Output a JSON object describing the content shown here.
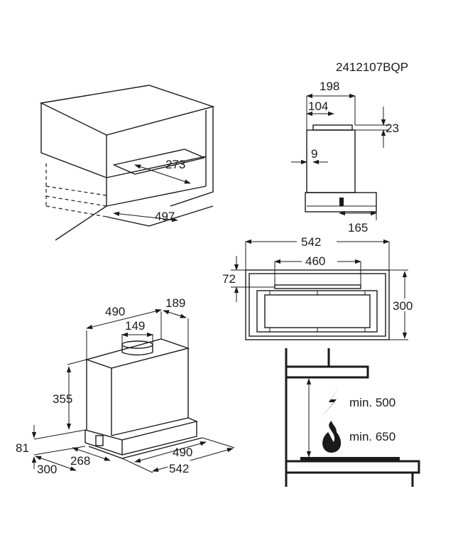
{
  "model_code": "2412107BQP",
  "cabinet_view": {
    "depth": "273",
    "width": "497"
  },
  "side_view": {
    "depth": "198",
    "duct_offset": "104",
    "top_height": "23",
    "wall_gap": "9",
    "base_depth": "165"
  },
  "front_view": {
    "width": "542",
    "inner_width": "460",
    "inner_offset": "72",
    "height": "300"
  },
  "hood_view": {
    "top_width": "490",
    "top_depth": "189",
    "duct_diameter": "149",
    "body_height": "355",
    "base_height": "81",
    "base_depth": "300",
    "side_depth": "268",
    "front_width": "490",
    "base_width": "542"
  },
  "clearance": {
    "electric_label": "min. 500",
    "gas_label": "min. 650",
    "electric_icon": "lightning-icon",
    "gas_icon": "flame-icon"
  }
}
